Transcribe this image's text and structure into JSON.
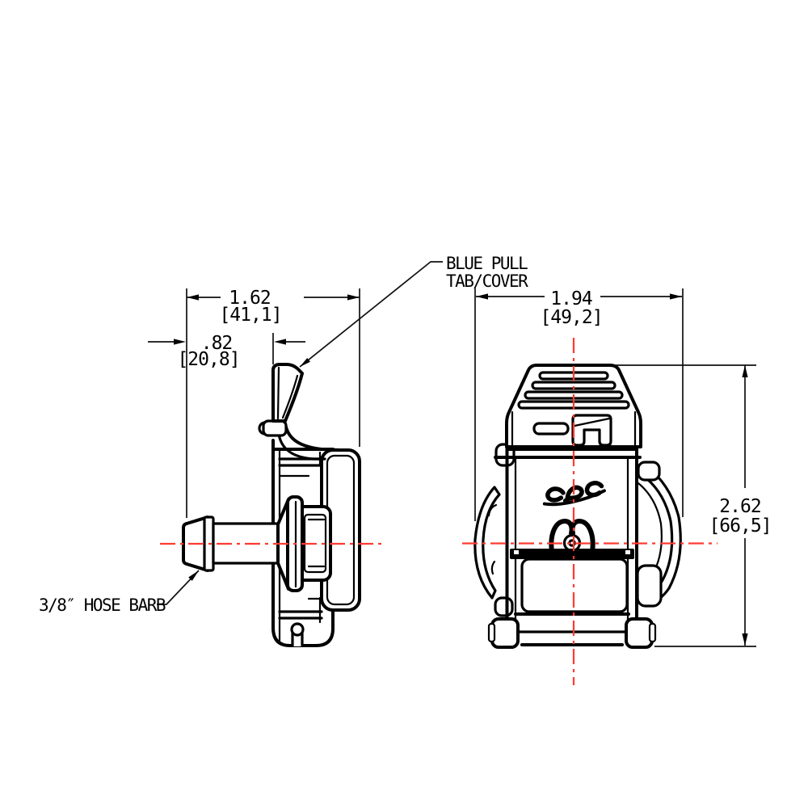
{
  "drawing": {
    "type": "engineering-drawing",
    "views": {
      "side_view": "coupling side profile with hose barb",
      "front_view": "coupling front face with latch and thumb button"
    },
    "callouts": {
      "pull_tab": {
        "line1": "BLUE PULL",
        "line2": "TAB/COVER"
      },
      "hose_barb": {
        "label": "3/8″ HOSE BARB"
      }
    },
    "dimensions": {
      "body_width": {
        "inches": "1.62",
        "millimeters": "[41,1]"
      },
      "tab_offset": {
        "inches": ".82",
        "millimeters": "[20,8]"
      },
      "front_width": {
        "inches": "1.94",
        "millimeters": "[49,2]"
      },
      "front_height": {
        "inches": "2.62",
        "millimeters": "[66,5]"
      }
    },
    "logo": "cpc",
    "colors": {
      "line": "#000000",
      "centerline": "#ff3b30",
      "background": "#ffffff"
    }
  }
}
